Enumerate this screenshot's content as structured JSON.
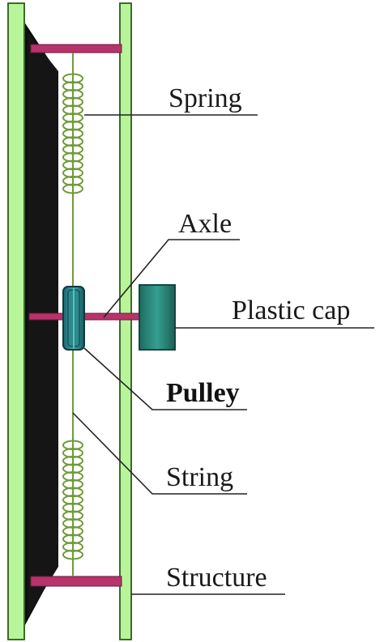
{
  "labels": {
    "spring": "Spring",
    "axle": "Axle",
    "plastic_cap": "Plastic cap",
    "pulley": "Pulley",
    "string": "String",
    "structure": "Structure"
  },
  "colors": {
    "plate_green": "#b8f59a",
    "plate_outline": "#3c6a2a",
    "back_panel": "#0d0d0d",
    "bar_magenta": "#b8336a",
    "spring_green": "#6f9a3a",
    "cap_teal": "#2f8f80",
    "leader_line": "#222222"
  }
}
